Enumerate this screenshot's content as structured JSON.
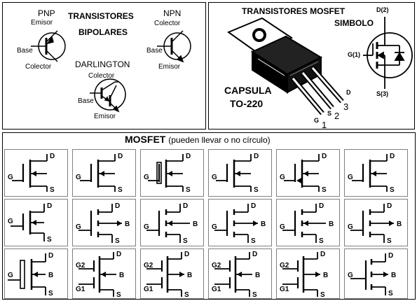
{
  "bipolar": {
    "title_line1": "TRANSISTORES",
    "title_line2": "BIPOLARES",
    "pnp": {
      "name": "PNP",
      "emitter": "Emisor",
      "base": "Base",
      "collector": "Colector"
    },
    "npn": {
      "name": "NPN",
      "collector": "Colector",
      "base": "Base",
      "emitter": "Emisor"
    },
    "darlington": {
      "name": "DARLINGTON",
      "collector": "Colector",
      "base": "Base",
      "emitter": "Emisor"
    }
  },
  "mosfet_box": {
    "title": "TRANSISTORES MOSFET",
    "symbol_title": "SIMBOLO",
    "capsule_line1": "CAPSULA",
    "capsule_line2": "TO-220",
    "pin_g": "G",
    "pin_s": "S",
    "pin_d": "D",
    "num1": "1",
    "num2": "2",
    "num3": "3",
    "sym_d": "D(2)",
    "sym_g": "G(1)",
    "sym_s": "S(3)"
  },
  "variants": {
    "title_bold": "MOSFET",
    "title_rest": "(pueden llevar o no círculo)",
    "cells": [
      {
        "labels": [
          "D",
          "G",
          "S"
        ]
      },
      {
        "labels": [
          "D",
          "G",
          "S"
        ]
      },
      {
        "labels": [
          "D",
          "G",
          "S"
        ]
      },
      {
        "labels": [
          "D",
          "G",
          "S"
        ]
      },
      {
        "labels": [
          "D",
          "G",
          "S"
        ]
      },
      {
        "labels": [
          "D",
          "G",
          "S"
        ]
      },
      {
        "labels": [
          "D",
          "G",
          "S"
        ]
      },
      {
        "labels": [
          "D",
          "G",
          "S",
          "B"
        ]
      },
      {
        "labels": [
          "D",
          "G",
          "S",
          "B"
        ]
      },
      {
        "labels": [
          "D",
          "G",
          "S",
          "B"
        ]
      },
      {
        "labels": [
          "D",
          "G",
          "S",
          "B"
        ]
      },
      {
        "labels": [
          "D",
          "G",
          "S",
          "B"
        ]
      },
      {
        "labels": [
          "D",
          "G",
          "S",
          "B"
        ]
      },
      {
        "labels": [
          "D",
          "G2",
          "G1",
          "S",
          "B"
        ]
      },
      {
        "labels": [
          "D",
          "G2",
          "G1",
          "S",
          "B"
        ]
      },
      {
        "labels": [
          "D",
          "G2",
          "G1",
          "S",
          "B"
        ]
      },
      {
        "labels": [
          "D",
          "G2",
          "G1",
          "S",
          "B"
        ]
      },
      {
        "labels": [
          "D",
          "G",
          "S",
          "B"
        ]
      }
    ]
  }
}
